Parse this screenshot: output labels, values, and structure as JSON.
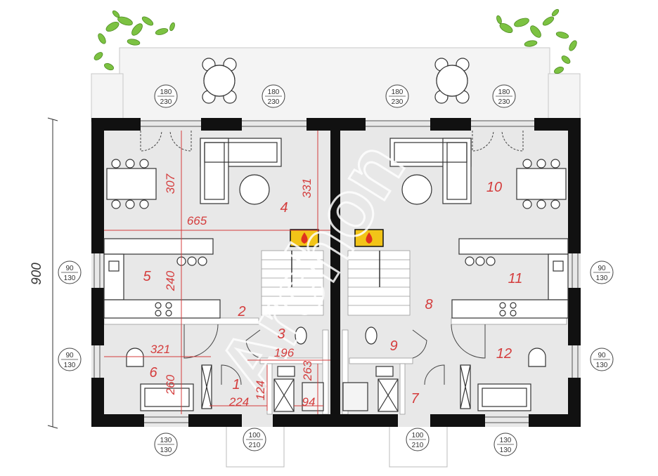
{
  "rooms": {
    "r1": "1",
    "r2": "2",
    "r3": "3",
    "r4": "4",
    "r5": "5",
    "r6": "6",
    "r7": "7",
    "r8": "8",
    "r9": "9",
    "r10": "10",
    "r11": "11",
    "r12": "12"
  },
  "dimensions": {
    "d900": "900",
    "d307": "307",
    "d331": "331",
    "d665": "665",
    "d240": "240",
    "d321": "321",
    "d196": "196",
    "d260": "260",
    "d263": "263",
    "d224": "224",
    "d124": "124",
    "d94": "94"
  },
  "window_tags": [
    {
      "top": "180",
      "bottom": "230"
    },
    {
      "top": "180",
      "bottom": "230"
    },
    {
      "top": "180",
      "bottom": "230"
    },
    {
      "top": "180",
      "bottom": "230"
    },
    {
      "top": "90",
      "bottom": "130"
    },
    {
      "top": "90",
      "bottom": "130"
    },
    {
      "top": "90",
      "bottom": "130"
    },
    {
      "top": "90",
      "bottom": "130"
    },
    {
      "top": "130",
      "bottom": "130"
    },
    {
      "top": "100",
      "bottom": "210"
    },
    {
      "top": "100",
      "bottom": "210"
    },
    {
      "top": "130",
      "bottom": "130"
    }
  ],
  "watermark": "Archon",
  "colors": {
    "wall": "#111111",
    "floor": "#e8e8e8",
    "terrace": "#f3f3f3",
    "dimension_text": "#d43c3c",
    "fireplace": "#f2c418",
    "plant": "#7cc242"
  }
}
